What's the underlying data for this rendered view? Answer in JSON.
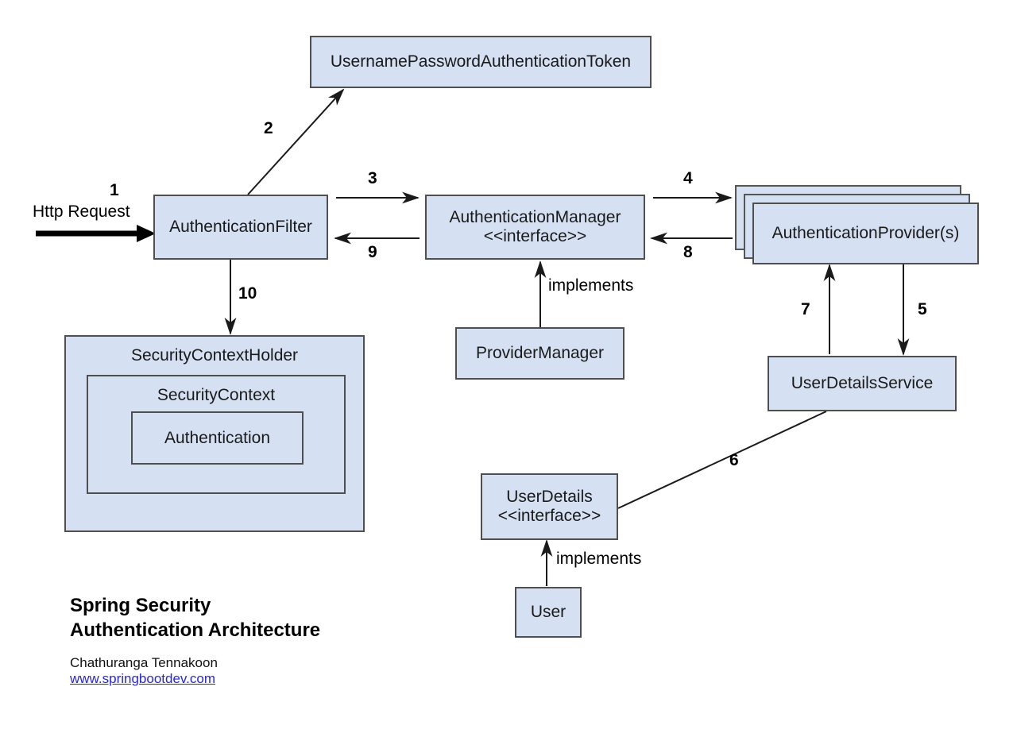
{
  "diagram": {
    "title_line1": "Spring Security",
    "title_line2": "Authentication Architecture",
    "author": "Chathuranga Tennakoon",
    "website": "www.springbootdev.com",
    "colors": {
      "node_fill": "#d5e0f2",
      "node_border": "#4f4f4f",
      "link": "#2626e0",
      "stroke": "#1a1a1a"
    },
    "nodes": {
      "token": "UsernamePasswordAuthenticationToken",
      "auth_filter": "AuthenticationFilter",
      "auth_manager": "AuthenticationManager\n<<interface>>",
      "auth_providers": "AuthenticationProvider(s)",
      "provider_manager": "ProviderManager",
      "user_details_service": "UserDetailsService",
      "user_details": "UserDetails\n<<interface>>",
      "user": "User",
      "security_context_holder": "SecurityContextHolder",
      "security_context": "SecurityContext",
      "authentication": "Authentication"
    },
    "labels": {
      "http_request": "Http Request",
      "implements_manager": "implements",
      "implements_userdetails": "implements"
    },
    "steps": {
      "s1": "1",
      "s2": "2",
      "s3": "3",
      "s4": "4",
      "s5": "5",
      "s6": "6",
      "s7": "7",
      "s8": "8",
      "s9": "9",
      "s10": "10"
    }
  }
}
